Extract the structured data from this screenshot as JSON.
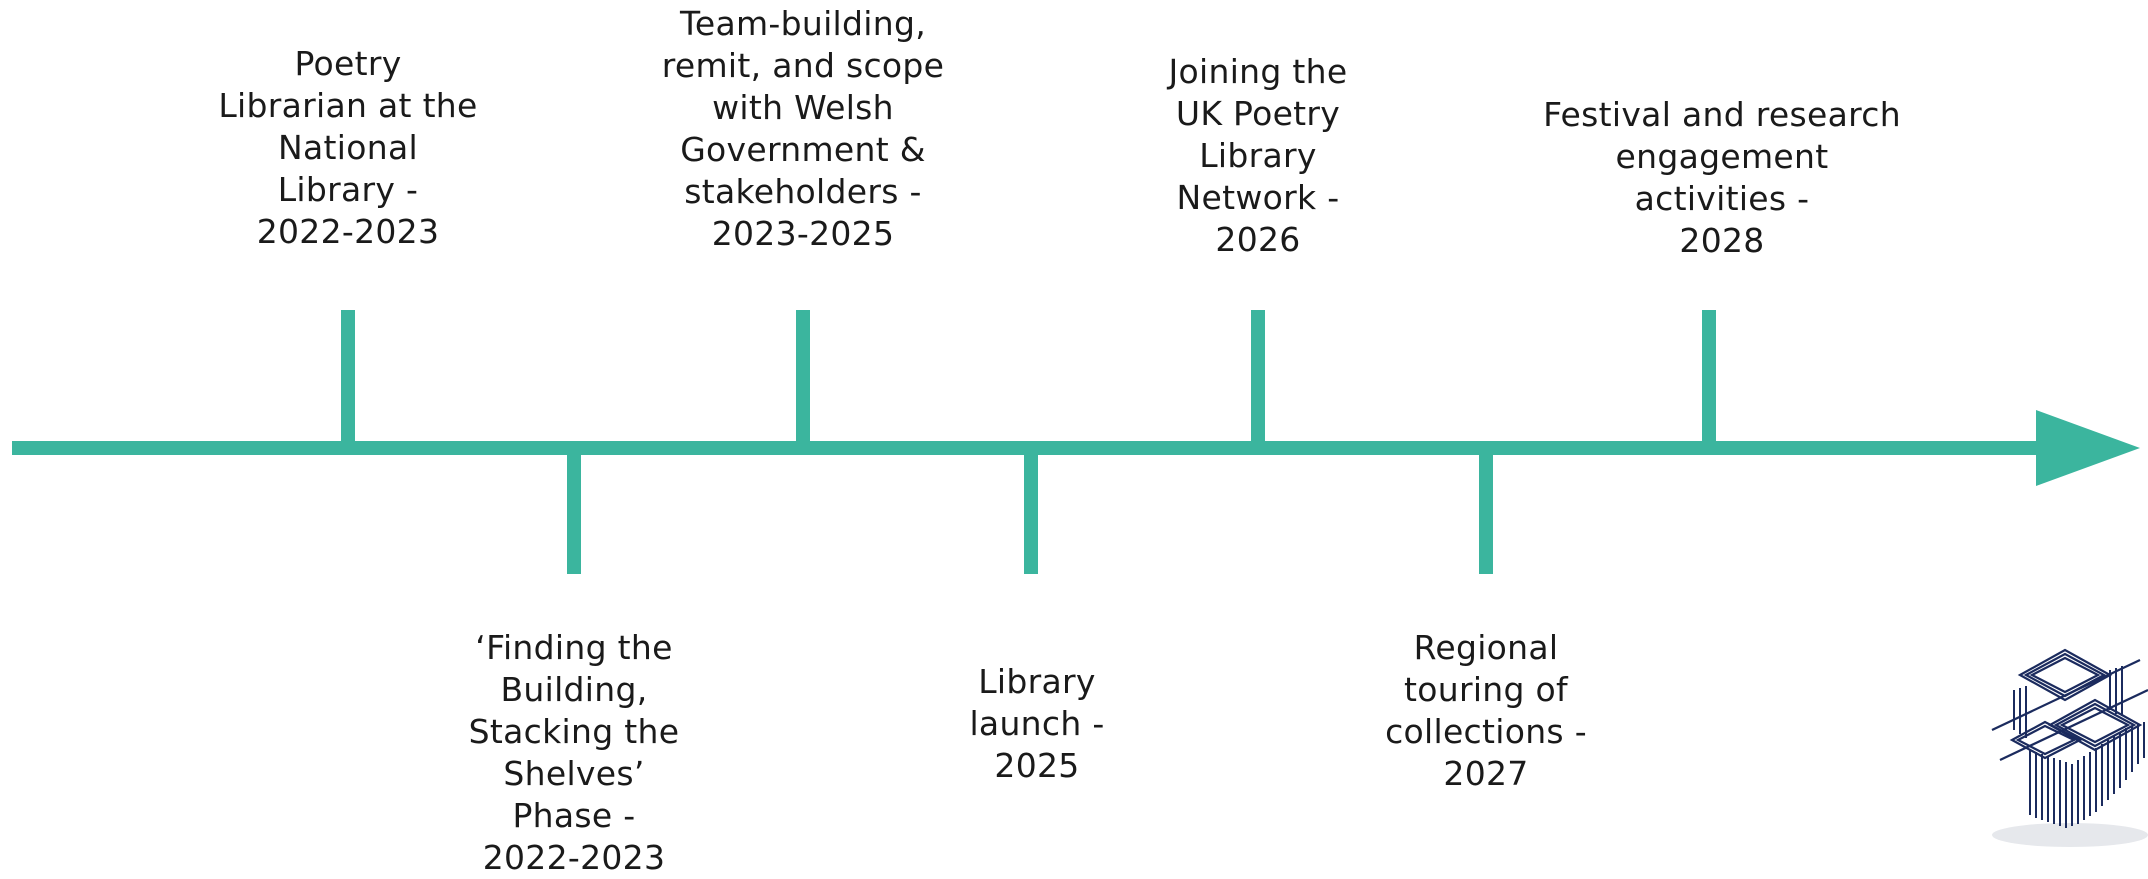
{
  "timeline": {
    "line_color": "#3bb59e",
    "milestones": [
      {
        "label": "Poetry\nLibrarian at the\nNational\nLibrary -\n2022-2023",
        "side": "above"
      },
      {
        "label": "‘Finding the\nBuilding,\nStacking the\nShelves’\nPhase -\n2022-2023",
        "side": "below"
      },
      {
        "label": "Team-building,\nremit, and scope\nwith Welsh\nGovernment &\nstakeholders -\n2023-2025",
        "side": "above"
      },
      {
        "label": "Library\nlaunch -\n2025",
        "side": "below"
      },
      {
        "label": "Joining the\nUK Poetry\nLibrary\nNetwork -\n2026",
        "side": "above"
      },
      {
        "label": "Regional\ntouring of\ncollections -\n2027",
        "side": "below"
      },
      {
        "label": "Festival and research\nengagement\nactivities -\n2028",
        "side": "above"
      }
    ]
  },
  "logo": {
    "icon": "cube-lattice-logo-icon",
    "color": "#1b2b5e"
  }
}
